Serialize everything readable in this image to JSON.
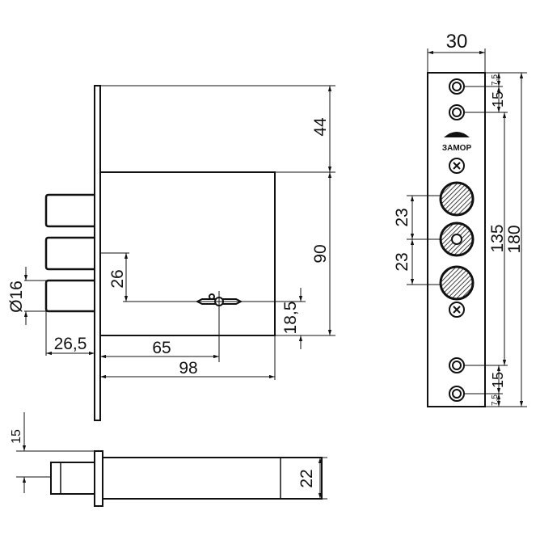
{
  "colors": {
    "line": "#111111",
    "background": "#ffffff"
  },
  "front_view": {
    "dim_top": "44",
    "dim_body_height": "90",
    "dim_key_offset": "26",
    "dim_key_bottom": "18,5",
    "dim_bolt_diameter": "Ø16",
    "dim_bolt_throw": "26,5",
    "dim_backset": "65",
    "dim_body_depth": "98"
  },
  "side_view": {
    "dim_offset": "15",
    "dim_thickness": "22"
  },
  "faceplate": {
    "dim_width": "30",
    "dim_edge": "7,5",
    "dim_hole_spacing_top": "15",
    "dim_bolt_spacing_1": "23",
    "dim_bolt_spacing_2": "23",
    "dim_inner": "135",
    "dim_total": "180",
    "dim_hole_spacing_bottom": "15",
    "dim_edge_bottom": "7,5",
    "logo": "ЗАМОР"
  }
}
